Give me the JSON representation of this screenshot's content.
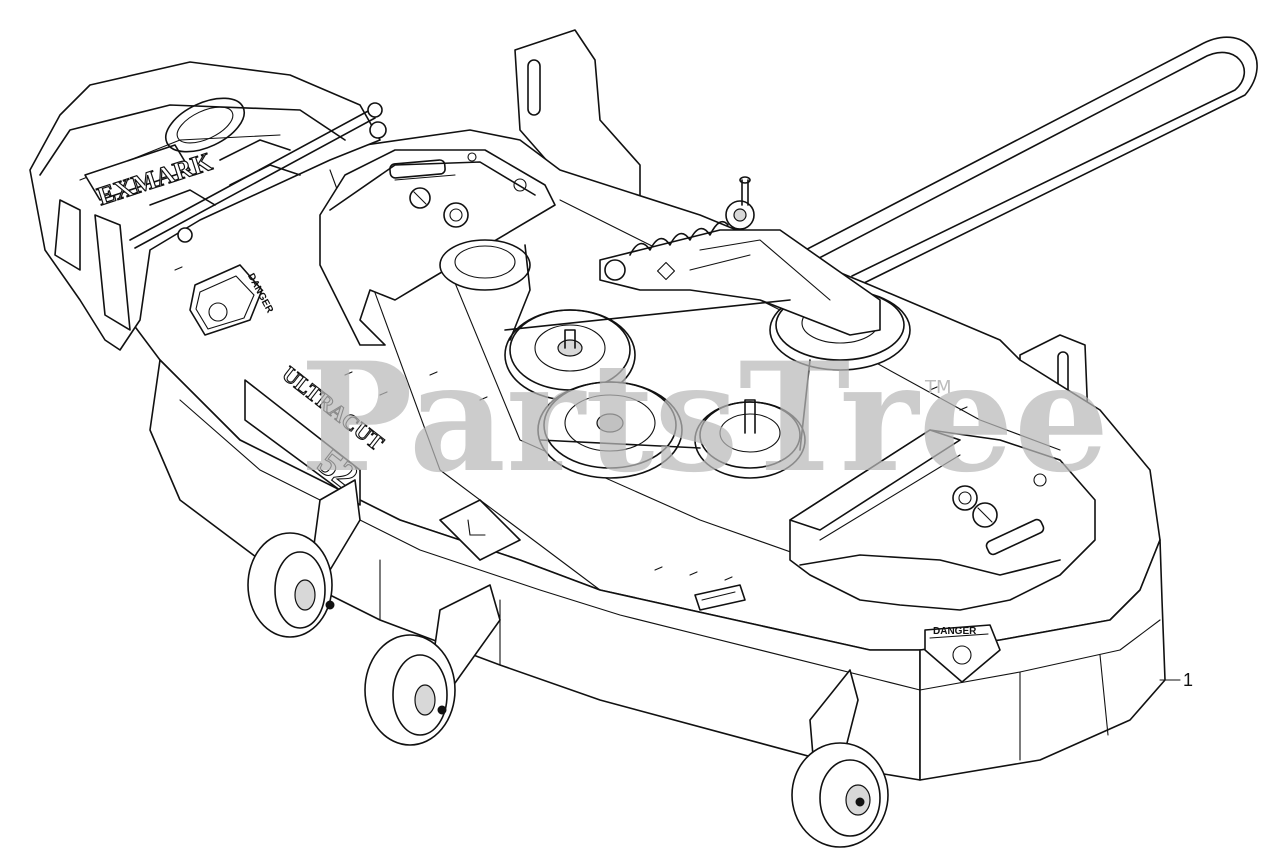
{
  "diagram": {
    "watermark": "PartsTree",
    "watermark_tm": "TM",
    "callouts": [
      {
        "label": "1"
      }
    ],
    "decals": {
      "brand_logo": "EXMARK",
      "deck_brand": "ULTRACUT",
      "deck_size": "52",
      "danger_left": "DANGER",
      "danger_right": "DANGER"
    },
    "colors": {
      "line": "#111111",
      "background": "#ffffff",
      "watermark": "#b9b9b9"
    }
  }
}
